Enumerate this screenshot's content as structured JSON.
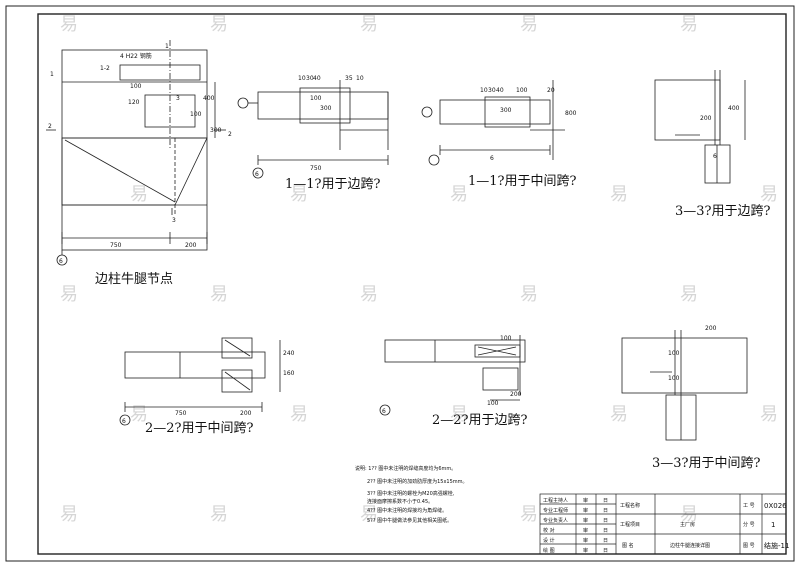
{
  "details": {
    "d1": {
      "title": "边柱牛腿节点",
      "labels": [
        "4 H22 钢筋",
        "1-2",
        "100",
        "120",
        "400",
        "300",
        "100",
        "1",
        "1",
        "2",
        "2",
        "3",
        "3",
        "750",
        "200",
        "6"
      ]
    },
    "d2": {
      "title": "1—1?用于边跨?",
      "labels": [
        "10",
        "30",
        "40",
        "35",
        "10",
        "100",
        "300",
        "750",
        "6"
      ]
    },
    "d3": {
      "title": "1—1?用于中间跨?",
      "labels": [
        "10",
        "30",
        "40",
        "100",
        "20",
        "300",
        "800",
        "6"
      ]
    },
    "d4": {
      "title": "3—3?用于边跨?",
      "labels": [
        "200",
        "400",
        "6"
      ]
    },
    "d5": {
      "title": "2—2?用于中间跨?",
      "labels": [
        "750",
        "200",
        "240",
        "160",
        "6"
      ]
    },
    "d6": {
      "title": "2—2?用于边跨?",
      "labels": [
        "100",
        "100",
        "200",
        "6"
      ]
    },
    "d7": {
      "title": "3—3?用于中间跨?",
      "labels": [
        "200",
        "100",
        "100"
      ]
    }
  },
  "notes": [
    "说明:  1?? 图中未注明的焊缝高度均为6mm。",
    "2?? 图中未注明的加劲肋厚度为15x15mm。",
    "3?? 图中未注明的螺栓为M20高强螺栓,",
    "      连接面摩擦系数不小于0.45。",
    "4?? 图中未注明的焊接均为角焊缝。",
    "5?? 图中牛腿做法参见其他相关图纸。"
  ],
  "title_block": {
    "left_rows": [
      {
        "role": "工程主持人",
        "f1": "审",
        "f2": "日"
      },
      {
        "role": "专业工程师",
        "f1": "审",
        "f2": "日"
      },
      {
        "role": "专业负责人",
        "f1": "审",
        "f2": "日"
      },
      {
        "role": "校 对",
        "f1": "审",
        "f2": "日"
      },
      {
        "role": "设 计",
        "f1": "审",
        "f2": "日"
      },
      {
        "role": "绘 图",
        "f1": "审",
        "f2": "日"
      }
    ],
    "project_label": "工程名称",
    "item_label": "工程项目",
    "item_value": "主厂房",
    "drawing_label": "图 名",
    "drawing_value": "边柱牛腿连接详图",
    "job_label": "工 号",
    "job_value": "0X026",
    "sub_label": "分 号",
    "sub_value": "1",
    "num_label": "图 号",
    "num_value": "结施-11"
  },
  "watermark": "易"
}
